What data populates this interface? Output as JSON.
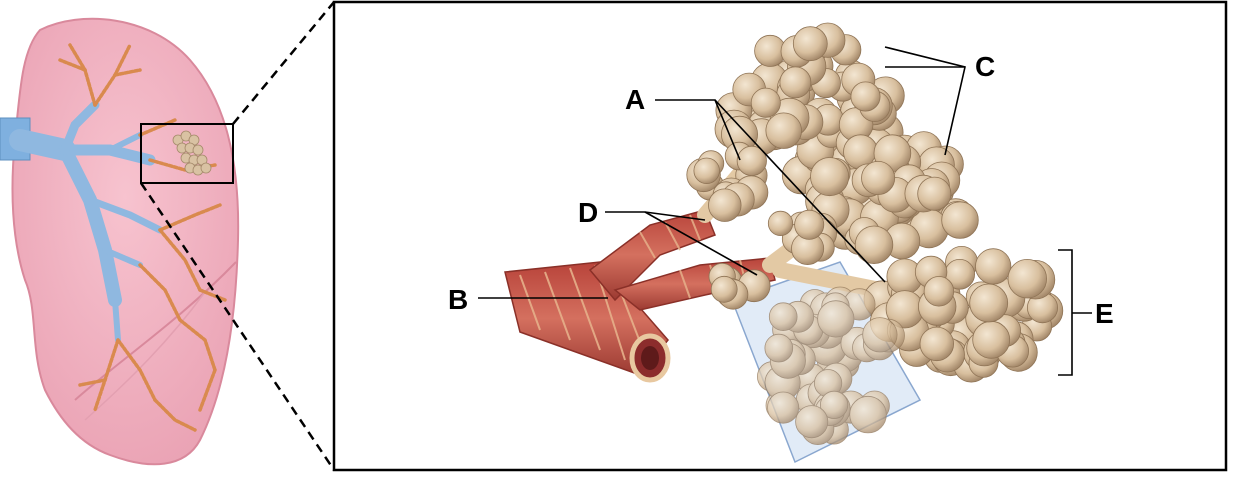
{
  "diagram": {
    "labels": {
      "a": "A",
      "b": "B",
      "c": "C",
      "d": "D",
      "e": "E"
    },
    "colors": {
      "lung_fill": "#f2aebd",
      "lung_edge": "#d9899c",
      "bronchus_blue": "#8fb8e0",
      "bronchiole_orange": "#d98a4e",
      "alveolus_tan": "#d9c2a3",
      "muscle_red": "#c8584a",
      "sac_overlay": "#bcd2ee"
    }
  }
}
